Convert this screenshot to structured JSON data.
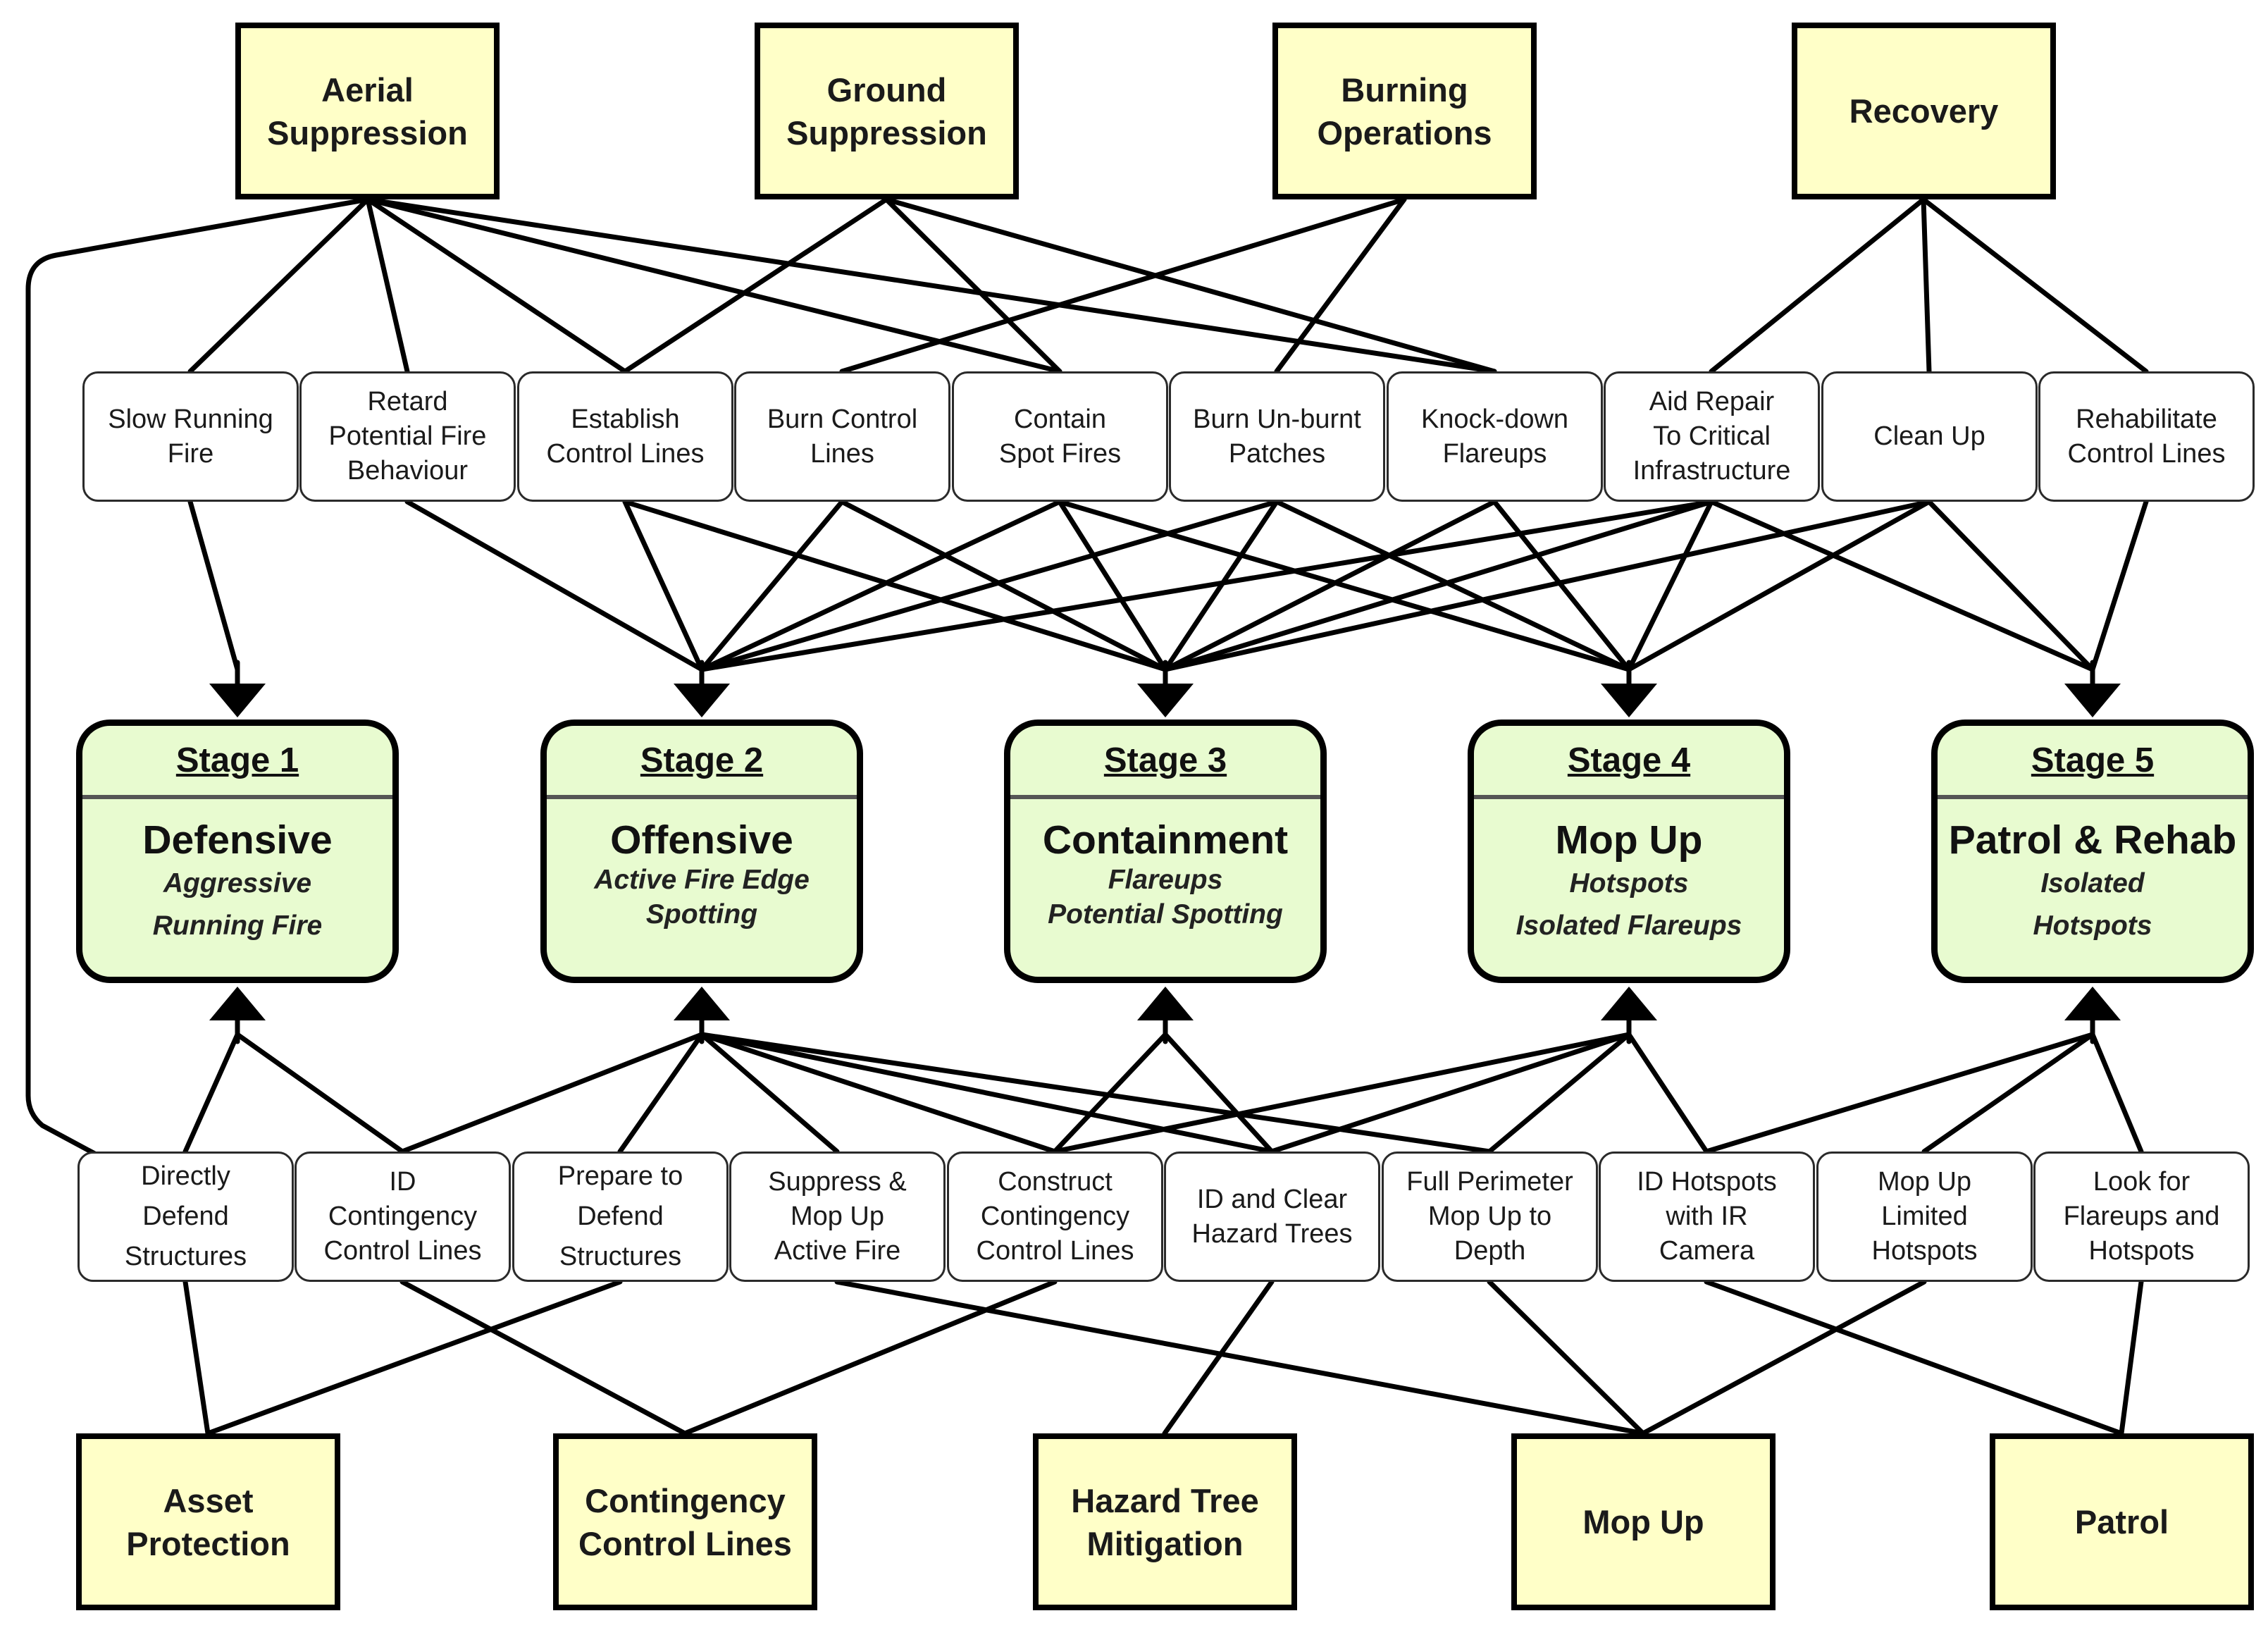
{
  "categories_top": [
    {
      "id": "aerial",
      "text": "Aerial\nSuppression"
    },
    {
      "id": "ground",
      "text": "Ground\nSuppression"
    },
    {
      "id": "burning",
      "text": "Burning\nOperations"
    },
    {
      "id": "recovery",
      "text": "Recovery"
    }
  ],
  "actions_top": [
    {
      "id": "slow",
      "text": "Slow Running\nFire"
    },
    {
      "id": "retard",
      "text": "Retard\nPotential Fire\nBehaviour"
    },
    {
      "id": "establish",
      "text": "Establish\nControl Lines"
    },
    {
      "id": "burnctl",
      "text": "Burn Control\nLines"
    },
    {
      "id": "contain",
      "text": "Contain\nSpot Fires"
    },
    {
      "id": "burnun",
      "text": "Burn Un-burnt\nPatches"
    },
    {
      "id": "knock",
      "text": "Knock-down\nFlareups"
    },
    {
      "id": "aid",
      "text": "Aid Repair\nTo Critical\nInfrastructure"
    },
    {
      "id": "clean",
      "text": "Clean Up"
    },
    {
      "id": "rehab",
      "text": "Rehabilitate\nControl Lines"
    }
  ],
  "stages": [
    {
      "id": "s1",
      "label": "Stage 1",
      "name": "Defensive",
      "desc": "Aggressive\nRunning Fire"
    },
    {
      "id": "s2",
      "label": "Stage 2",
      "name": "Offensive",
      "desc": "Active Fire Edge\nSpotting"
    },
    {
      "id": "s3",
      "label": "Stage 3",
      "name": "Containment",
      "desc": "Flareups\nPotential Spotting"
    },
    {
      "id": "s4",
      "label": "Stage 4",
      "name": "Mop Up",
      "desc": "Hotspots\nIsolated Flareups"
    },
    {
      "id": "s5",
      "label": "Stage 5",
      "name": "Patrol & Rehab",
      "desc": "Isolated\nHotspots"
    }
  ],
  "actions_bottom": [
    {
      "id": "directly",
      "text": "Directly\nDefend\nStructures"
    },
    {
      "id": "idcont",
      "text": "ID\nContingency\nControl Lines"
    },
    {
      "id": "prepare",
      "text": "Prepare to\nDefend\nStructures"
    },
    {
      "id": "suppress",
      "text": "Suppress &\nMop Up\nActive Fire"
    },
    {
      "id": "construct",
      "text": "Construct\nContingency\nControl Lines"
    },
    {
      "id": "hazard",
      "text": "ID and Clear\nHazard Trees"
    },
    {
      "id": "fullper",
      "text": "Full Perimeter\nMop Up to\nDepth"
    },
    {
      "id": "idhot",
      "text": "ID Hotspots\nwith IR\nCamera"
    },
    {
      "id": "moplim",
      "text": "Mop Up\nLimited\nHotspots"
    },
    {
      "id": "look",
      "text": "Look for\nFlareups and\nHotspots"
    }
  ],
  "categories_bottom": [
    {
      "id": "asset",
      "text": "Asset\nProtection"
    },
    {
      "id": "contingency",
      "text": "Contingency\nControl Lines"
    },
    {
      "id": "hazardmit",
      "text": "Hazard Tree\nMitigation"
    },
    {
      "id": "mopup",
      "text": "Mop Up"
    },
    {
      "id": "patrol",
      "text": "Patrol"
    }
  ],
  "links_category_to_action": [
    [
      "aerial",
      "slow"
    ],
    [
      "aerial",
      "retard"
    ],
    [
      "aerial",
      "establish"
    ],
    [
      "aerial",
      "contain"
    ],
    [
      "aerial",
      "knock"
    ],
    [
      "aerial",
      "directly"
    ],
    [
      "ground",
      "establish"
    ],
    [
      "ground",
      "contain"
    ],
    [
      "ground",
      "knock"
    ],
    [
      "burning",
      "burnctl"
    ],
    [
      "burning",
      "burnun"
    ],
    [
      "recovery",
      "aid"
    ],
    [
      "recovery",
      "clean"
    ],
    [
      "recovery",
      "rehab"
    ],
    [
      "asset",
      "directly"
    ],
    [
      "asset",
      "prepare"
    ],
    [
      "contingency",
      "idcont"
    ],
    [
      "contingency",
      "construct"
    ],
    [
      "hazardmit",
      "hazard"
    ],
    [
      "mopup",
      "suppress"
    ],
    [
      "mopup",
      "fullper"
    ],
    [
      "mopup",
      "moplim"
    ],
    [
      "patrol",
      "idhot"
    ],
    [
      "patrol",
      "look"
    ]
  ],
  "links_action_to_stage": [
    [
      "slow",
      "s1"
    ],
    [
      "retard",
      "s2"
    ],
    [
      "establish",
      "s2"
    ],
    [
      "burnctl",
      "s2"
    ],
    [
      "contain",
      "s2"
    ],
    [
      "burnun",
      "s2"
    ],
    [
      "aid",
      "s2"
    ],
    [
      "establish",
      "s3"
    ],
    [
      "burnctl",
      "s3"
    ],
    [
      "contain",
      "s3"
    ],
    [
      "burnun",
      "s3"
    ],
    [
      "knock",
      "s3"
    ],
    [
      "aid",
      "s3"
    ],
    [
      "clean",
      "s3"
    ],
    [
      "contain",
      "s4"
    ],
    [
      "burnun",
      "s4"
    ],
    [
      "knock",
      "s4"
    ],
    [
      "aid",
      "s4"
    ],
    [
      "clean",
      "s4"
    ],
    [
      "aid",
      "s5"
    ],
    [
      "clean",
      "s5"
    ],
    [
      "rehab",
      "s5"
    ],
    [
      "directly",
      "s1"
    ],
    [
      "idcont",
      "s1"
    ],
    [
      "idcont",
      "s2"
    ],
    [
      "prepare",
      "s2"
    ],
    [
      "suppress",
      "s2"
    ],
    [
      "construct",
      "s2"
    ],
    [
      "hazard",
      "s2"
    ],
    [
      "fullper",
      "s2"
    ],
    [
      "construct",
      "s3"
    ],
    [
      "hazard",
      "s3"
    ],
    [
      "construct",
      "s4"
    ],
    [
      "hazard",
      "s4"
    ],
    [
      "fullper",
      "s4"
    ],
    [
      "idhot",
      "s4"
    ],
    [
      "idhot",
      "s5"
    ],
    [
      "moplim",
      "s5"
    ],
    [
      "look",
      "s5"
    ]
  ]
}
